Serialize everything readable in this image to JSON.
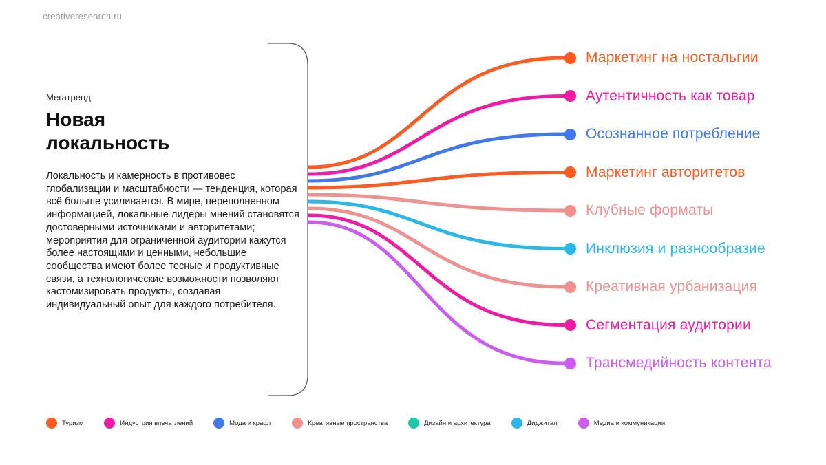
{
  "site": "creativeresearch.ru",
  "megatrend": {
    "kicker": "Мегатренд",
    "title": "Новая\nлокальность",
    "description": "Локальность и камерность в противовес глобализации и масштабности — тенденция, которая всё больше усиливается. В мире, переполненном информацией, локальные лидеры мнений становятся достоверными источниками и авторитетами; мероприятия для ограниченной аудитории кажутся более настоящими и ценными, небольшие сообщества имеют более тесные и продуктивные связи, а технологические возможности позволяют кастомизировать продукты, создавая индивидуальный опыт для каждого потребителя."
  },
  "trends": [
    {
      "label": "Маркетинг на ностальгии",
      "color": "#ff5a1f"
    },
    {
      "label": "Аутентичность как товар",
      "color": "#f219a6"
    },
    {
      "label": "Осознанное потребление",
      "color": "#3f78ef"
    },
    {
      "label": "Маркетинг авторитетов",
      "color": "#ff5a1f"
    },
    {
      "label": "Клубные форматы",
      "color": "#f0918f"
    },
    {
      "label": "Инклюзия и разнообразие",
      "color": "#29b8ea"
    },
    {
      "label": "Креативная урбанизация",
      "color": "#f0918f"
    },
    {
      "label": "Сегментация аудитории",
      "color": "#f219a6"
    },
    {
      "label": "Трансмедийность контента",
      "color": "#cc5cf0"
    }
  ],
  "legend": [
    {
      "label": "Туризм",
      "color": "#ff5a1f"
    },
    {
      "label": "Индустрия впечатлений",
      "color": "#f219a6"
    },
    {
      "label": "Мода и крафт",
      "color": "#3f78ef"
    },
    {
      "label": "Креативные пространства",
      "color": "#f0918f"
    },
    {
      "label": "Дизайн и архитектура",
      "color": "#1ec7a5"
    },
    {
      "label": "Диджитал",
      "color": "#29b8ea"
    },
    {
      "label": "Медиа и коммуникации",
      "color": "#cc5cf0"
    }
  ]
}
